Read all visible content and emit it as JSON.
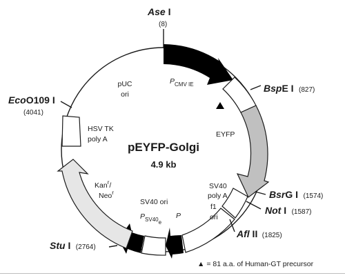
{
  "plasmid": {
    "name": "pEYFP-Golgi",
    "size": "4.9 kb"
  },
  "sites": {
    "ase": {
      "italic": "Ase",
      "roman": " I",
      "pos": "(8)"
    },
    "bspe": {
      "italic": "Bsp",
      "roman": "E I",
      "pos": "(827)"
    },
    "bsrg": {
      "italic": "Bsr",
      "roman": "G I",
      "pos": "(1574)"
    },
    "not": {
      "italic": "Not",
      "roman": " I",
      "pos": "(1587)"
    },
    "afl": {
      "italic": "Afl",
      "roman": " II",
      "pos": "(1825)"
    },
    "stu": {
      "italic": "Stu",
      "roman": " I",
      "pos": "(2764)"
    },
    "eco": {
      "italic": "Eco",
      "roman": "O109 I",
      "pos": "(4041)"
    }
  },
  "features": {
    "pcmv": {
      "main": "P",
      "sub": "CMV IE"
    },
    "eyfp": "EYFP",
    "sv40_polya": [
      "SV40",
      "poly A"
    ],
    "f1_ori": [
      "f1",
      "ori"
    ],
    "sv40_ori": "SV40 ori",
    "psv40e": {
      "main": "P",
      "sub": "SV40",
      "subsub": "e"
    },
    "p_label": "P",
    "kan": {
      "kan": "Kan",
      "kan_sup": "r",
      "slash": "/",
      "neo": "Neo",
      "neo_sup": "r"
    },
    "hsv": [
      "HSV TK",
      "poly A"
    ],
    "puc": [
      "pUC",
      "ori"
    ]
  },
  "legend": {
    "symbol": "▲",
    "text": " = 81 a.a. of Human-GT precursor"
  },
  "colors": {
    "black": "#000000",
    "gray_arrow": "#c0c0c0",
    "light_arrow": "#e6e6e6",
    "line": "#1a1a1a"
  }
}
